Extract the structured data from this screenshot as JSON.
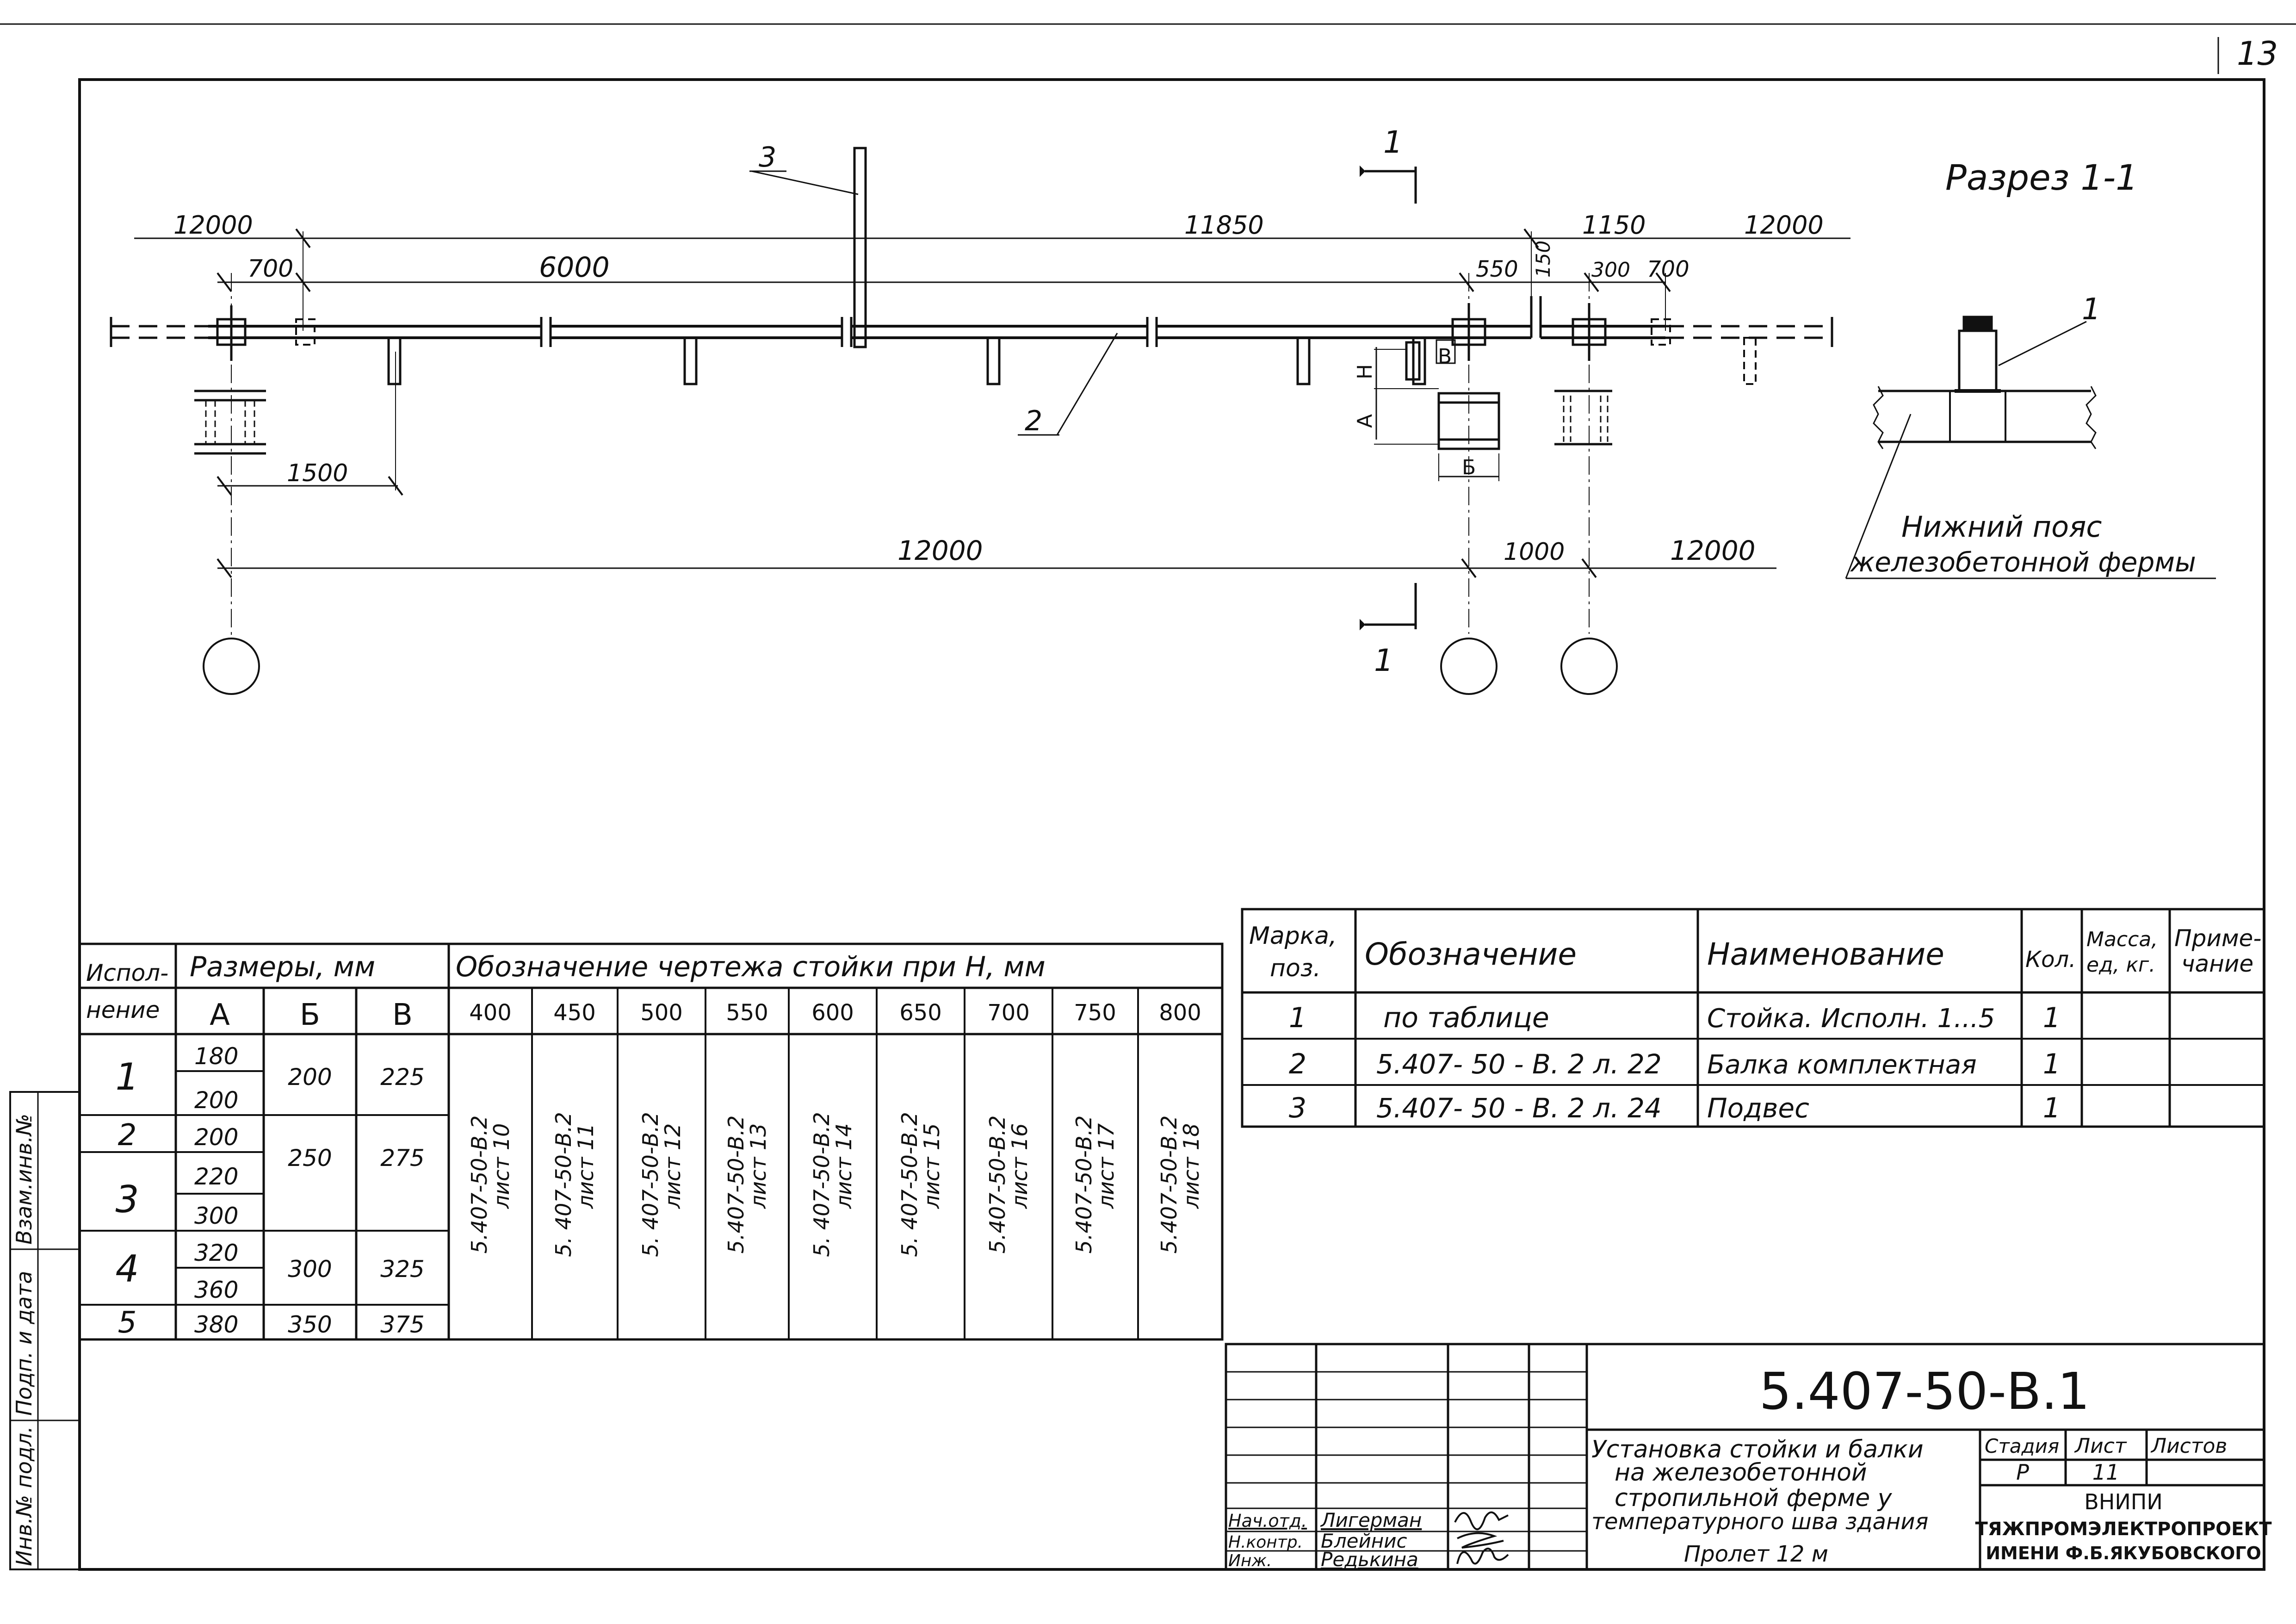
{
  "page_number": "13",
  "section_label": "Разрез 1-1",
  "section_marks": [
    "1",
    "1",
    "1"
  ],
  "plan": {
    "dims_top": [
      "12000",
      "11850",
      "1150",
      "12000"
    ],
    "dims_second": [
      "700",
      "6000",
      "550",
      "150",
      "300",
      "700"
    ],
    "dims_mid": [
      "1500"
    ],
    "dims_bottom": [
      "12000",
      "1000",
      "12000"
    ],
    "dim_letters": [
      "H",
      "A",
      "Б",
      "B"
    ],
    "callouts": [
      "3",
      "2"
    ]
  },
  "section": {
    "callout": "1",
    "note_line1": "Нижний пояс",
    "note_line2": "железобетонной фермы"
  },
  "left_table": {
    "col_ispoln_1": "Испол-",
    "col_ispoln_2": "нение",
    "group_sizes": "Размеры, мм",
    "group_drawings": "Обозначение чертежа стойки при Н, мм",
    "size_cols": [
      "А",
      "Б",
      "В"
    ],
    "h_cols": [
      "400",
      "450",
      "500",
      "550",
      "600",
      "650",
      "700",
      "750",
      "800"
    ],
    "rows": [
      {
        "num": "1",
        "A": [
          "180",
          "200"
        ],
        "B": "200",
        "V": "225"
      },
      {
        "num": "2",
        "A": [
          "200"
        ],
        "B": "250",
        "V": "275"
      },
      {
        "num": "3",
        "A": [
          "220",
          "300"
        ]
      },
      {
        "num": "4",
        "A": [
          "320",
          "360"
        ],
        "B": "300",
        "V": "325"
      },
      {
        "num": "5",
        "A": [
          "380"
        ],
        "B": "350",
        "V": "375"
      }
    ],
    "drawing_refs": [
      {
        "code": "5.407-50-В.2",
        "sheet": "лист 10"
      },
      {
        "code": "5. 407-50-В.2",
        "sheet": "лист 11"
      },
      {
        "code": "5. 407-50-В.2",
        "sheet": "лист 12"
      },
      {
        "code": "5.407-50-В.2",
        "sheet": "лист 13"
      },
      {
        "code": "5. 407-50-В.2",
        "sheet": "лист 14"
      },
      {
        "code": "5. 407-50-В.2",
        "sheet": "лист 15"
      },
      {
        "code": "5.407-50-В.2",
        "sheet": "лист 16"
      },
      {
        "code": "5.407-50-В.2",
        "sheet": "лист 17"
      },
      {
        "code": "5.407-50-В.2",
        "sheet": "лист 18"
      }
    ]
  },
  "spec_table": {
    "headers": {
      "mark_1": "Марка,",
      "mark_2": "поз.",
      "designation": "Обозначение",
      "name": "Наименование",
      "qty": "Кол.",
      "mass_1": "Масса,",
      "mass_2": "ед, кг.",
      "note_1": "Приме-",
      "note_2": "чание"
    },
    "rows": [
      {
        "mark": "1",
        "designation": "по таблице",
        "name": "Стойка. Исполн. 1...5",
        "qty": "1"
      },
      {
        "mark": "2",
        "designation": "5.407- 50 - В. 2 л. 22",
        "name": "Балка комплектная",
        "qty": "1"
      },
      {
        "mark": "3",
        "designation": "5.407- 50 - В. 2 л. 24",
        "name": "Подвес",
        "qty": "1"
      }
    ]
  },
  "title_block": {
    "code": "5.407-50-В.1",
    "title_lines": [
      "Установка стойки и балки",
      "на железобетонной",
      "стропильной ферме у",
      "температурного шва здания",
      "Пролет 12 м"
    ],
    "stage_label": "Стадия",
    "sheet_label": "Лист",
    "sheets_label": "Листов",
    "stage": "Р",
    "sheet": "11",
    "org_line1": "ВНИПИ",
    "org_line2": "ТЯЖПРОМЭЛЕКТРОПРОЕКТ",
    "org_line3": "ИМЕНИ Ф.Б.ЯКУБОВСКОГО",
    "signatures": [
      {
        "role": "Нач.отд.",
        "name": "Лигерман"
      },
      {
        "role": "Н.контр.",
        "name": "Блейнис"
      },
      {
        "role": "Инж.",
        "name": "Редькина"
      }
    ]
  },
  "side_stamps": [
    "Взам.инв.№",
    "Подп. и дата",
    "Инв.№ подл."
  ]
}
